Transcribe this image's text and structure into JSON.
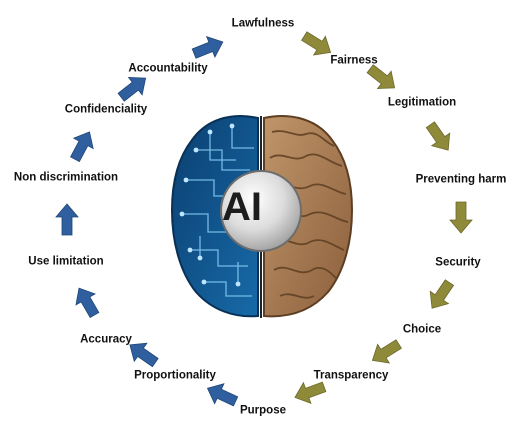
{
  "center": {
    "label": "AI"
  },
  "principles": [
    {
      "id": "lawfulness",
      "label": "Lawfulness"
    },
    {
      "id": "fairness",
      "label": "Fairness"
    },
    {
      "id": "legitimation",
      "label": "Legitimation"
    },
    {
      "id": "preventing-harm",
      "label": "Preventing harm"
    },
    {
      "id": "security",
      "label": "Security"
    },
    {
      "id": "choice",
      "label": "Choice"
    },
    {
      "id": "transparency",
      "label": "Transparency"
    },
    {
      "id": "purpose",
      "label": "Purpose"
    },
    {
      "id": "proportionality",
      "label": "Proportionality"
    },
    {
      "id": "accuracy",
      "label": "Accuracy"
    },
    {
      "id": "use-limitation",
      "label": "Use limitation"
    },
    {
      "id": "non-discrimination",
      "label": "Non discrimination"
    },
    {
      "id": "confidenciality",
      "label": "Confidenciality"
    },
    {
      "id": "accountability",
      "label": "Accountability"
    }
  ],
  "colors": {
    "arrow_left": "#2f5f9e",
    "arrow_right": "#8e8a3a",
    "brain_left": "#0e4f86",
    "brain_right": "#a9794f",
    "hub": "#d8d8d8"
  }
}
